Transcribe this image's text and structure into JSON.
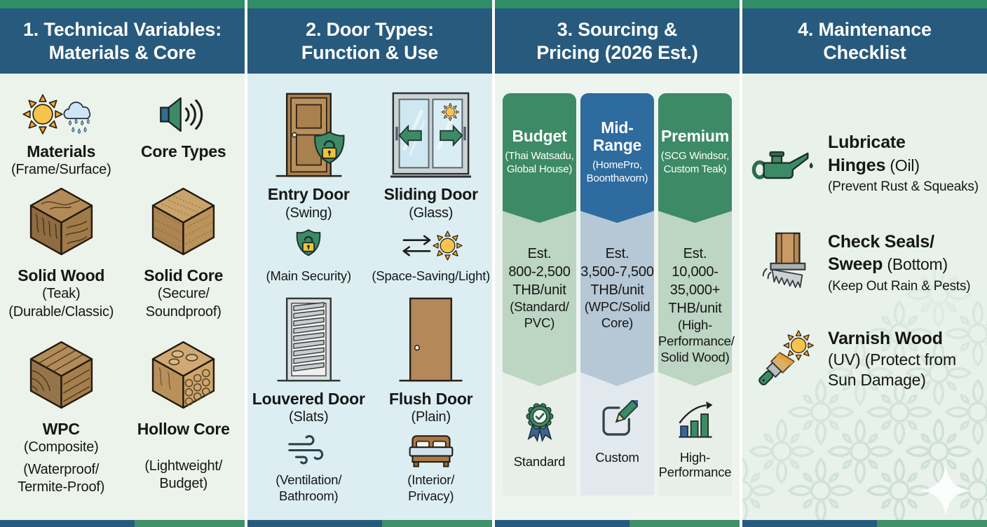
{
  "col1": {
    "title1": "1. Technical Variables:",
    "title2": "Materials & Core",
    "materials_label": "Materials",
    "materials_sub": "(Frame/Surface)",
    "core_label": "Core Types",
    "solidwood_label": "Solid Wood",
    "solidwood_sub1": "(Teak)",
    "solidwood_sub2": "(Durable/Classic)",
    "solidcore_label": "Solid Core",
    "solidcore_sub1": "(Secure/",
    "solidcore_sub2": "Soundproof)",
    "wpc_label": "WPC",
    "wpc_sub1": "(Composite)",
    "wpc_sub2": "(Waterproof/",
    "wpc_sub3": "Termite-Proof)",
    "hollow_label": "Hollow Core",
    "hollow_sub1": "(Lightweight/",
    "hollow_sub2": "Budget)"
  },
  "col2": {
    "title1": "2. Door Types:",
    "title2": "Function & Use",
    "entry_label": "Entry Door",
    "entry_sub": "(Swing)",
    "entry_note": "(Main Security)",
    "sliding_label": "Sliding Door",
    "sliding_sub": "(Glass)",
    "sliding_note": "(Space-Saving/Light)",
    "louvered_label": "Louvered Door",
    "louvered_sub": "(Slats)",
    "louvered_note1": "(Ventilation/",
    "louvered_note2": "Bathroom)",
    "flush_label": "Flush Door",
    "flush_sub": "(Plain)",
    "flush_note1": "(Interior/",
    "flush_note2": "Privacy)"
  },
  "col3": {
    "title1": "3. Sourcing &",
    "title2": "Pricing (2026 Est.)",
    "tiers": [
      {
        "name": "Budget",
        "vendors_l1": "(Thai Watsadu,",
        "vendors_l2": "Global House)",
        "price_l1": "Est.",
        "price_l2": "800-2,500",
        "price_l3": "THB/unit",
        "price_l4": "",
        "note_l1": "(Standard/",
        "note_l2": "PVC)",
        "note_l3": "",
        "tag": "Standard"
      },
      {
        "name": "Mid-Range",
        "vendors_l1": "(HomePro,",
        "vendors_l2": "Boonthavorn)",
        "price_l1": "Est.",
        "price_l2": "3,500-7,500",
        "price_l3": "THB/unit",
        "price_l4": "",
        "note_l1": "(WPC/Solid",
        "note_l2": "Core)",
        "note_l3": "",
        "tag": "Custom"
      },
      {
        "name": "Premium",
        "vendors_l1": "(SCG Windsor,",
        "vendors_l2": "Custom Teak)",
        "price_l1": "Est.",
        "price_l2": "10,000-",
        "price_l3": "35,000+",
        "price_l4": "THB/unit",
        "note_l1": "(High-",
        "note_l2": "Performance/",
        "note_l3": "Solid Wood)",
        "tag": "High-Performance"
      }
    ]
  },
  "col4": {
    "title1": "4. Maintenance",
    "title2": "Checklist",
    "i1_l1": "Lubricate",
    "i1_l2b": "Hinges",
    "i1_l2n": " (Oil)",
    "i1_note": "(Prevent Rust & Squeaks)",
    "i2_l1": "Check Seals/",
    "i2_l2b": "Sweep",
    "i2_l2n": " (Bottom)",
    "i2_note": "(Keep Out Rain & Pests)",
    "i3_l1": "Varnish Wood",
    "i3_l2": "(UV) (Protect from",
    "i3_l3": "Sun Damage)"
  }
}
